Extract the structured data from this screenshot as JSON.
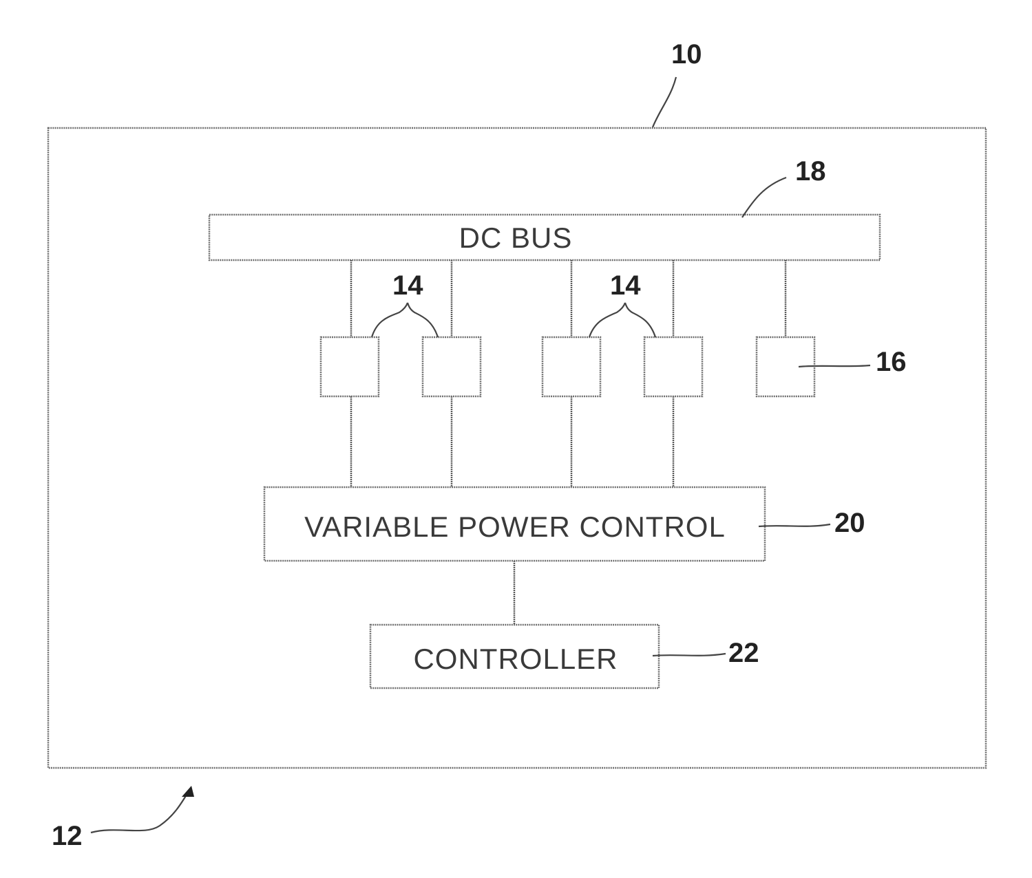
{
  "figure": {
    "blocks": {
      "dc_bus": "DC BUS",
      "variable_power_control": "VARIABLE POWER CONTROL",
      "controller": "CONTROLLER"
    },
    "references": {
      "system": "10",
      "vehicle": "12",
      "modules_left": "14",
      "modules_right": "14",
      "module_16": "16",
      "bus": "18",
      "power_control": "20",
      "controller": "22"
    }
  }
}
